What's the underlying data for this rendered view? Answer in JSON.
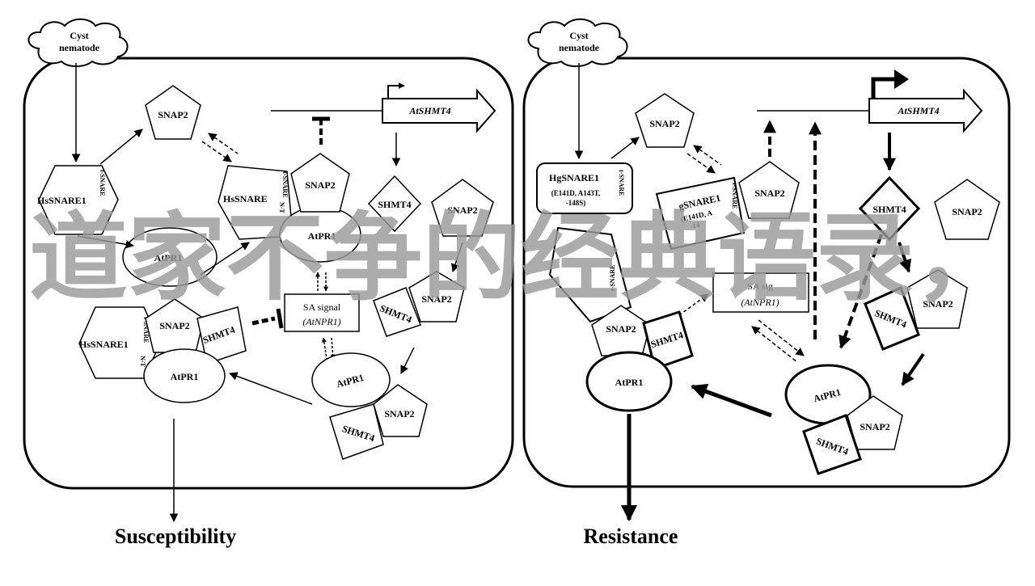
{
  "watermark": "道家不争的经典语录，",
  "left_panel": {
    "cloud": [
      "Cyst",
      "nematode"
    ],
    "gene": "AtSHMT4",
    "snap2": "SNAP2",
    "hs_snare": "HsSNARE1",
    "hs_snare_cut": "HsSNARE",
    "snare_tag": "t-SNARE",
    "nt": "N-T",
    "atpr1": "AtPR1",
    "shmt4": "SHMT4",
    "sa_signal": "SA signal",
    "sa_npr1": "(AtNPR1)",
    "outcome": "Susceptibility"
  },
  "right_panel": {
    "cloud": [
      "Cyst",
      "nematode"
    ],
    "gene": "AtSHMT4",
    "snap2": "SNAP2",
    "hg_snare": "HgSNARE1",
    "hg_mut": [
      "(E141D, A143T,",
      "-148S)"
    ],
    "hg_snare_cut": "gSNARE1",
    "hg_mut_cut": [
      "(E141D, A",
      "-14"
    ],
    "snare_tag": "t-SNARE",
    "atpr1": "AtPR1",
    "shmt4": "SHMT4",
    "sa_signal": "SA sig",
    "sa_npr1": "(AtNPR1)",
    "outcome": "Resistance"
  }
}
